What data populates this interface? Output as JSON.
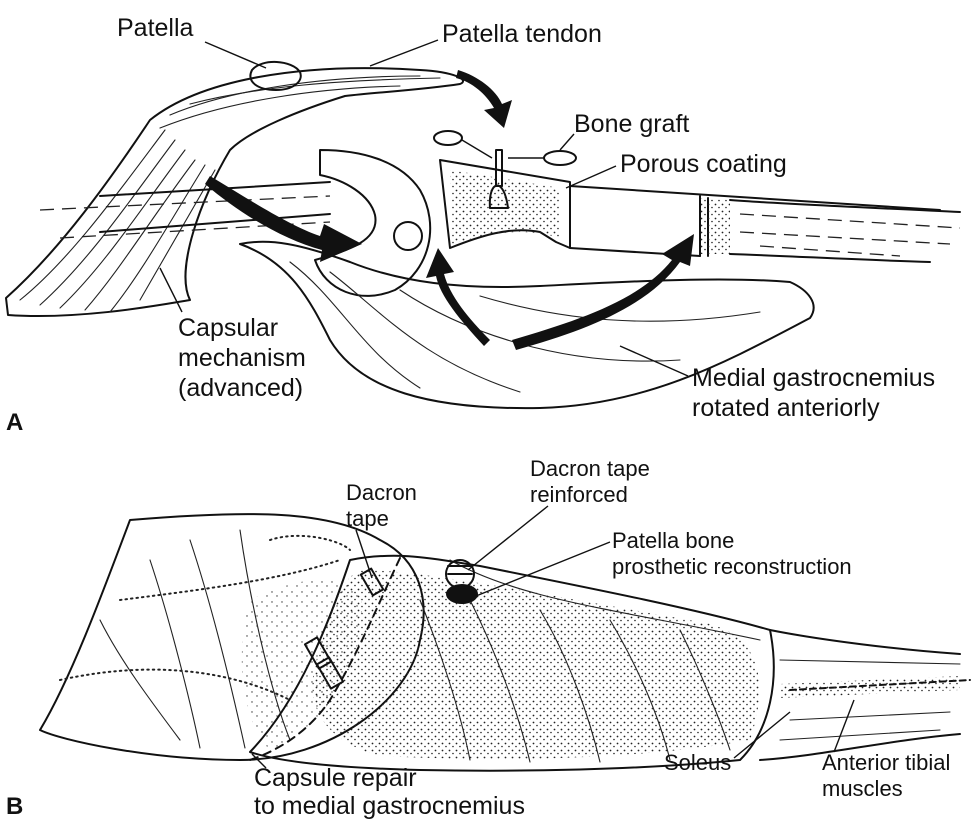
{
  "panels": {
    "a": {
      "letter": "A",
      "labels": {
        "patella": "Patella",
        "patella_tendon": "Patella tendon",
        "bone_graft": "Bone graft",
        "porous_coating": "Porous coating",
        "capsular_1": "Capsular",
        "capsular_2": "mechanism",
        "capsular_3": "(advanced)",
        "medial_1": "Medial gastrocnemius",
        "medial_2": "rotated anteriorly"
      }
    },
    "b": {
      "letter": "B",
      "labels": {
        "dacron_tape_1": "Dacron",
        "dacron_tape_2": "tape",
        "dacron_reinf_1": "Dacron tape",
        "dacron_reinf_2": "reinforced",
        "patella_recon_1": "Patella bone",
        "patella_recon_2": "prosthetic reconstruction",
        "soleus": "Soleus",
        "ant_tibial_1": "Anterior tibial",
        "ant_tibial_2": "muscles",
        "capsule_repair_1": "Capsule repair",
        "capsule_repair_2": "to medial gastrocnemius"
      }
    }
  },
  "colors": {
    "ink": "#111111",
    "background": "#ffffff"
  }
}
